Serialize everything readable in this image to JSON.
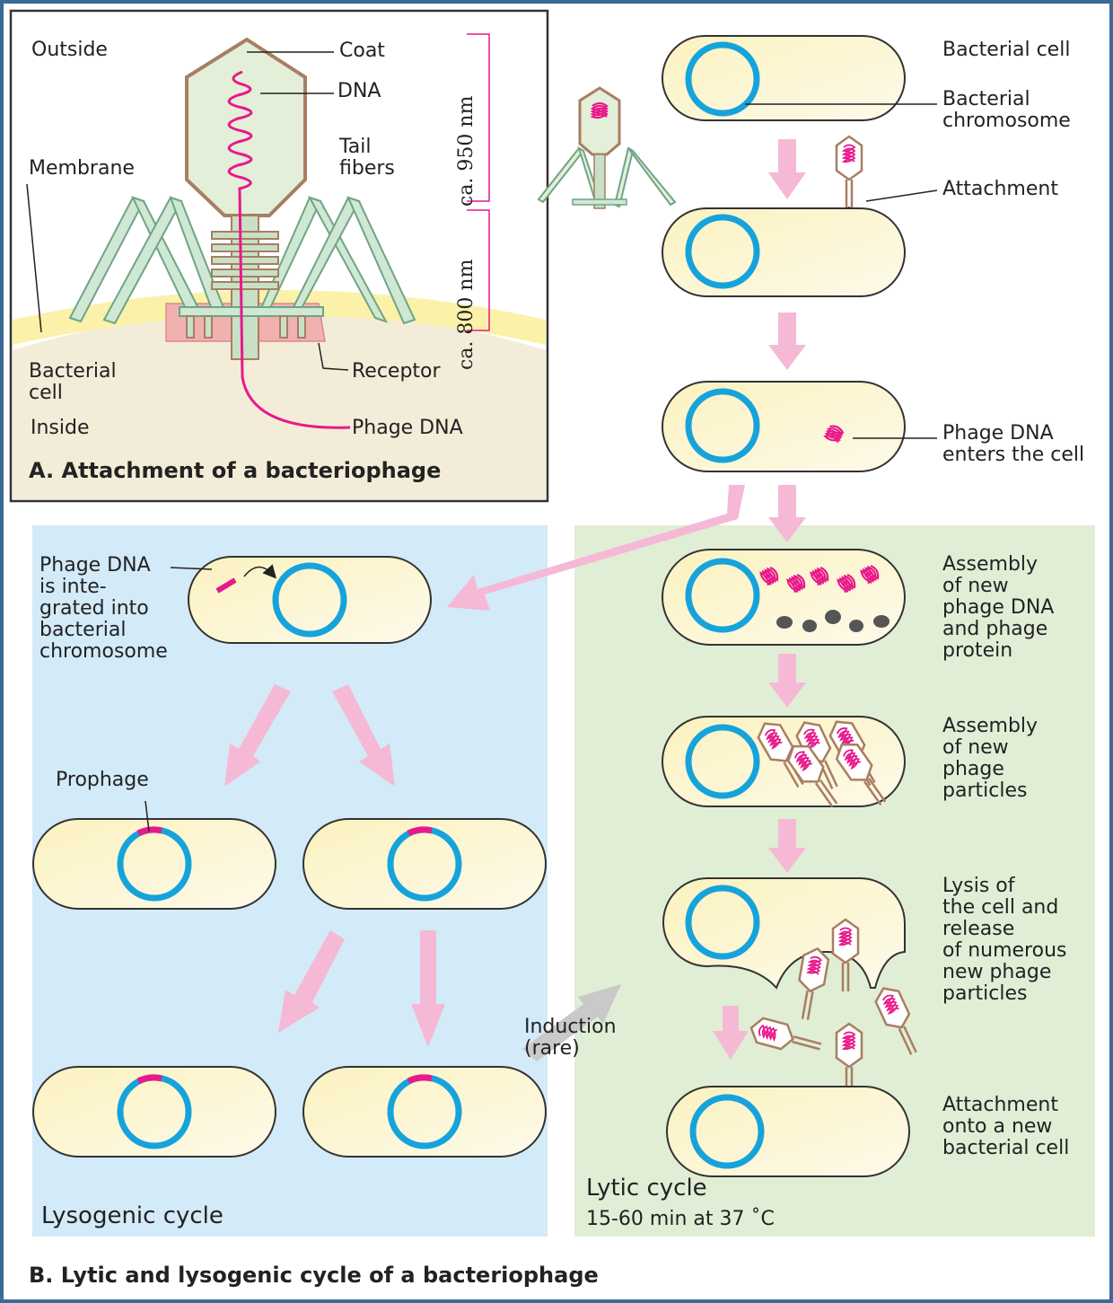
{
  "colors": {
    "frame": "#3c6a96",
    "panel_lysogenic": "#d3eaf8",
    "panel_lytic": "#e1eed6",
    "cell_fill": "#fbf4c8",
    "chromosome": "#16a3dc",
    "phage_dna": "#e8198b",
    "phage_coat": "#a87e62",
    "phage_coat_fill": "#e3efd8",
    "tail_fiber": "#8ec5a0",
    "receptor": "#f2b1b1",
    "arrow_pink": "#f5b9d5",
    "arrow_gray": "#c9c9c9",
    "protein": "#555555"
  },
  "panel_a": {
    "title": "A. Attachment of a bacteriophage",
    "outside": "Outside",
    "membrane": "Membrane",
    "bacterial_cell": "Bacterial\ncell",
    "inside": "Inside",
    "coat": "Coat",
    "dna": "DNA",
    "tail_fibers": "Tail\nfibers",
    "receptor": "Receptor",
    "phage_dna": "Phage DNA",
    "size_head": "ca. 950 nm",
    "size_tail": "ca. 800 nm"
  },
  "panel_b": {
    "title": "B. Lytic and lysogenic cycle of a bacteriophage",
    "bacterial_cell": "Bacterial cell",
    "bacterial_chromosome": "Bacterial\nchromosome",
    "attachment": "Attachment",
    "phage_dna_enters": "Phage DNA\nenters the cell",
    "assembly_dna_protein": "Assembly\nof new\nphage DNA\nand phage\nprotein",
    "assembly_particles": "Assembly\nof new\nphage\nparticles",
    "lysis": "Lysis of\nthe cell and\nrelease\nof numerous\nnew phage\nparticles",
    "attachment_new": "Attachment\nonto a new\nbacterial cell",
    "integrated": "Phage DNA\nis inte-\ngrated into\nbacterial\nchromosome",
    "prophage": "Prophage",
    "induction": "Induction\n(rare)",
    "lysogenic_cycle": "Lysogenic cycle",
    "lytic_cycle": "Lytic cycle",
    "lytic_time": "15-60 min at 37 ˚C"
  }
}
